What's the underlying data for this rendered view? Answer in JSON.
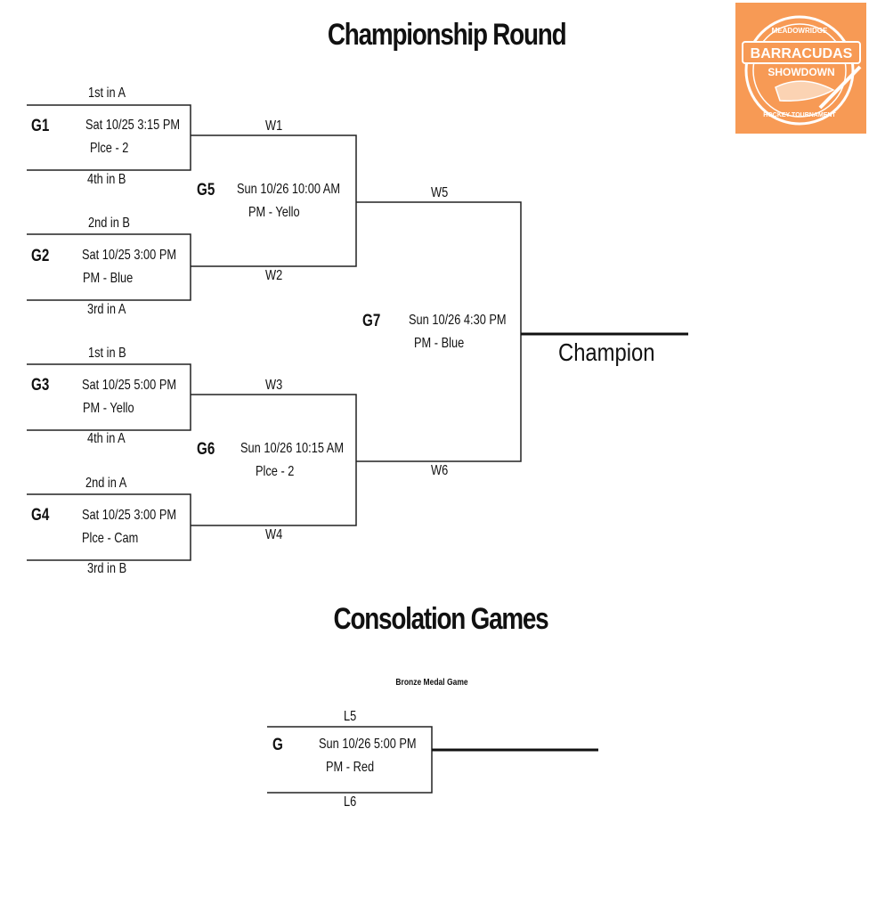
{
  "titles": {
    "championship": "Championship Round",
    "consolation": "Consolation Games",
    "bronze": "Bronze Medal Game",
    "champion": "Champion"
  },
  "logo": {
    "top_text": "MEADOWRIDGE",
    "line1": "BARRACUDAS",
    "line2": "SHOWDOWN",
    "bottom_text": "HOCKEY TOURNAMENT",
    "background_color": "#f79a55"
  },
  "games": [
    {
      "id": "G1",
      "datetime": "Sat 10/25  3:15 PM",
      "rink": "Plce - 2",
      "top_seed": "1st in A",
      "bottom_seed": "4th in B"
    },
    {
      "id": "G2",
      "datetime": "Sat 10/25  3:00 PM",
      "rink": "PM - Blue",
      "top_seed": "2nd in B",
      "bottom_seed": "3rd in A"
    },
    {
      "id": "G3",
      "datetime": "Sat 10/25  5:00 PM",
      "rink": "PM - Yello",
      "top_seed": "1st in B",
      "bottom_seed": "4th in A"
    },
    {
      "id": "G4",
      "datetime": "Sat 10/25  3:00 PM",
      "rink": "Plce - Cam",
      "top_seed": "2nd in A",
      "bottom_seed": "3rd in B"
    },
    {
      "id": "G5",
      "datetime": "Sun 10/26  10:00 AM",
      "rink": "PM - Yello",
      "top_seed": "W1",
      "bottom_seed": "W2"
    },
    {
      "id": "G6",
      "datetime": "Sun 10/26  10:15 AM",
      "rink": "Plce - 2",
      "top_seed": "W3",
      "bottom_seed": "W4"
    },
    {
      "id": "G7",
      "datetime": "Sun 10/26  4:30 PM",
      "rink": "PM - Blue",
      "top_seed": "W5",
      "bottom_seed": "W6"
    }
  ],
  "bronze_game": {
    "id": "G",
    "datetime": "Sun 10/26  5:00 PM",
    "rink": "PM - Red",
    "top_seed": "L5",
    "bottom_seed": "L6"
  }
}
